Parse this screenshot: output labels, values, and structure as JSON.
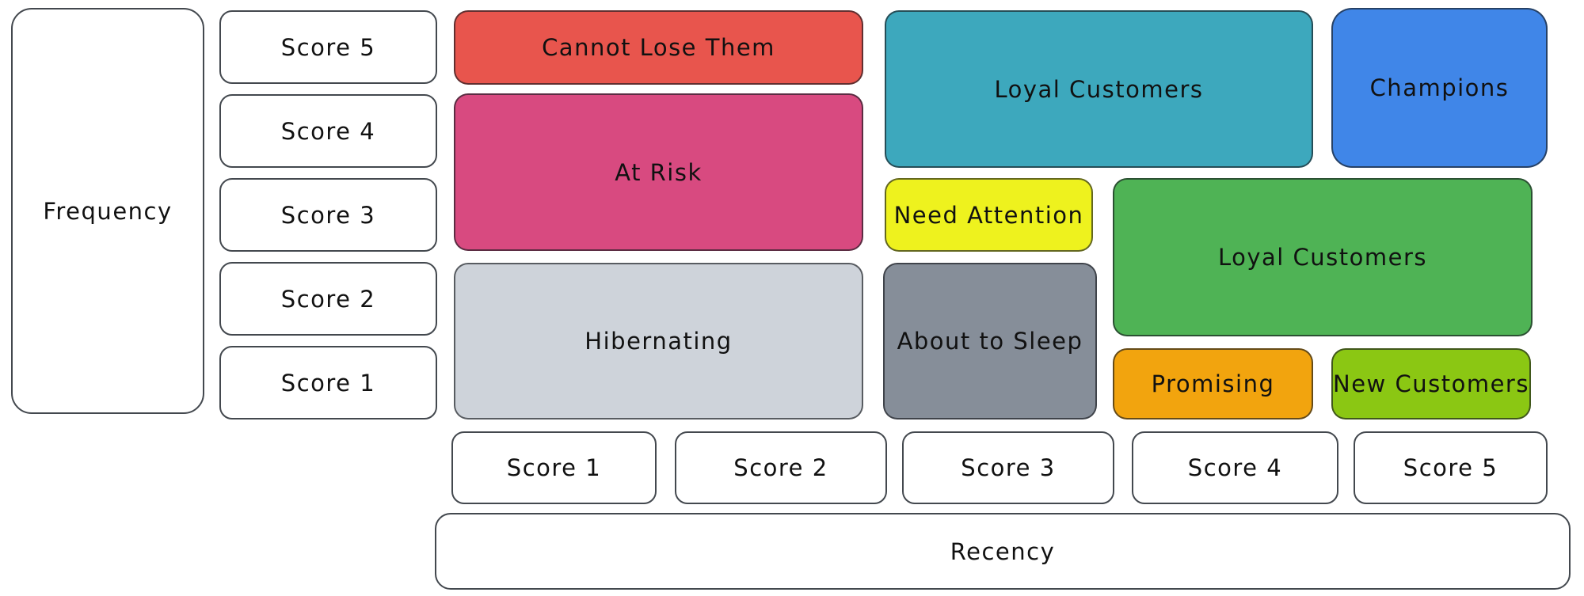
{
  "diagram": {
    "type": "rfm-segmentation-matrix",
    "y_axis_label": "Frequency",
    "x_axis_label": "Recency",
    "frequency_scores": [
      "Score 5",
      "Score 4",
      "Score 3",
      "Score 2",
      "Score 1"
    ],
    "recency_scores": [
      "Score 1",
      "Score 2",
      "Score 3",
      "Score 4",
      "Score 5"
    ],
    "segments": [
      {
        "label": "Cannot Lose Them",
        "color": "#e8554d",
        "recency": "1-2",
        "frequency": "5"
      },
      {
        "label": "At Risk",
        "color": "#d84a80",
        "recency": "1-2",
        "frequency": "3-4"
      },
      {
        "label": "Hibernating",
        "color": "#ced3da",
        "recency": "1-2",
        "frequency": "1-2"
      },
      {
        "label": "Loyal Customers",
        "color": "#3da8bd",
        "recency": "3-4",
        "frequency": "4-5"
      },
      {
        "label": "Champions",
        "color": "#4086e8",
        "recency": "5",
        "frequency": "4-5"
      },
      {
        "label": "Need Attention",
        "color": "#eef21e",
        "recency": "3",
        "frequency": "3"
      },
      {
        "label": "About to Sleep",
        "color": "#868e99",
        "recency": "3",
        "frequency": "1-2"
      },
      {
        "label": "Loyal Customers",
        "color": "#4fb355",
        "recency": "4-5",
        "frequency": "2-3"
      },
      {
        "label": "Promising",
        "color": "#f2a40e",
        "recency": "4",
        "frequency": "1"
      },
      {
        "label": "New Customers",
        "color": "#8bc713",
        "recency": "5",
        "frequency": "1"
      }
    ]
  }
}
